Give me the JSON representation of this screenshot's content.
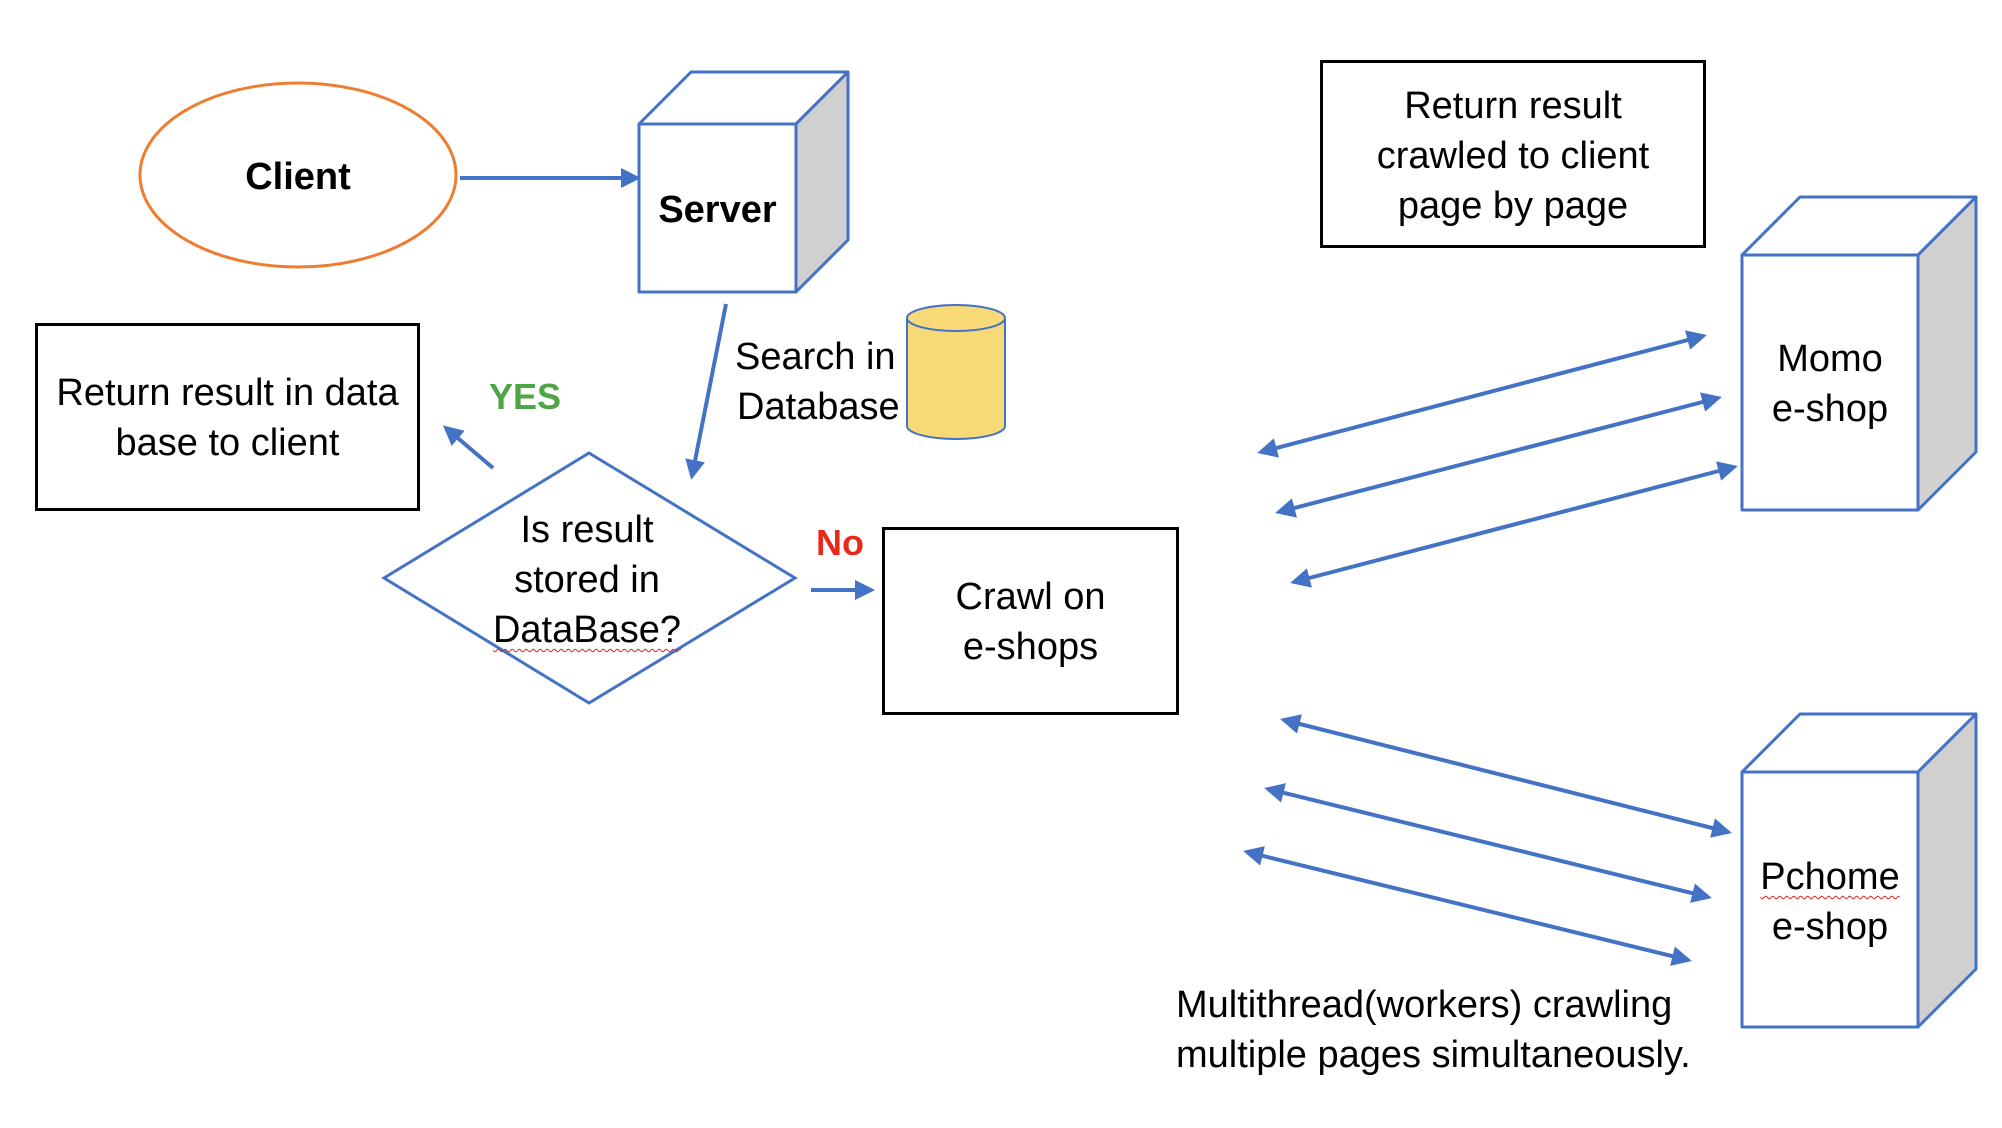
{
  "nodes": {
    "client": "Client",
    "server": "Server",
    "search_db": [
      "Search in",
      "Database"
    ],
    "return_db": [
      "Return result in data",
      "base to client"
    ],
    "yes": "YES",
    "no": "No",
    "decision": [
      "Is result",
      "stored in",
      "DataBase?"
    ],
    "crawl": [
      "Crawl on",
      "e-shops"
    ],
    "return_crawled": [
      "Return result",
      "crawled to client",
      "page by page"
    ],
    "momo": [
      "Momo",
      "e-shop"
    ],
    "pchome": [
      "Pchome",
      "e-shop"
    ],
    "multithread_note": [
      "Multithread(workers) crawling",
      "multiple pages simultaneously."
    ]
  },
  "colors": {
    "arrow": "#4472c4",
    "client_outline": "#ed7d31",
    "cube_side": "#d0d0d0",
    "database_fill": "#f7d978",
    "yes": "#4ea546",
    "no": "#e8291c"
  }
}
